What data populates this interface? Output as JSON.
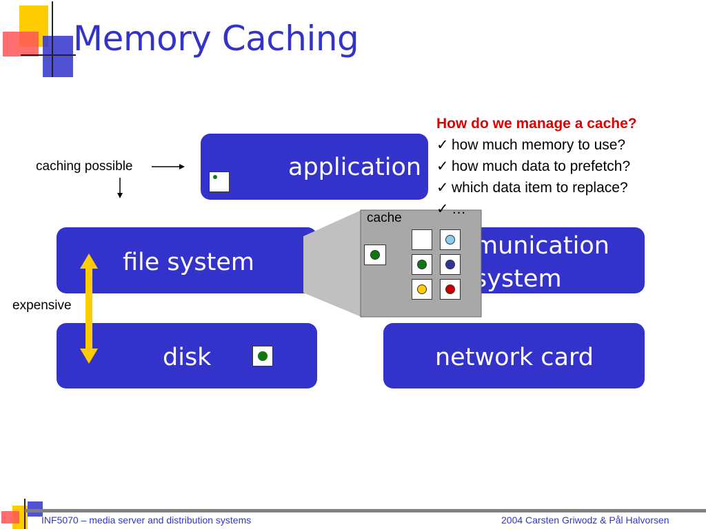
{
  "title": "Memory Caching",
  "boxes": {
    "application": "application",
    "file_system": "file system",
    "communication_line1": "munication",
    "communication_line2": "system",
    "disk": "disk",
    "network_card": "network card"
  },
  "labels": {
    "caching_possible": "caching possible",
    "expensive": "expensive",
    "cache": "cache"
  },
  "questions": {
    "heading": "How do we manage a cache?",
    "items": [
      "how much memory to use?",
      "how much data to prefetch?",
      "which data item to replace?",
      "…"
    ],
    "check_glyph": "✓"
  },
  "cache_slots": [
    {
      "color": "#ffffff",
      "empty": true
    },
    {
      "color": "#88ccee",
      "empty": false
    },
    {
      "color": "#117711",
      "empty": false
    },
    {
      "color": "#333399",
      "empty": false
    },
    {
      "color": "#ffcc00",
      "empty": false
    },
    {
      "color": "#cc0000",
      "empty": false
    }
  ],
  "colors": {
    "box_blue": "#3333cc",
    "question_red": "#e00000",
    "arrow_yellow": "#ffcc00",
    "cache_gray": "#a8a8a8",
    "data_green": "#117711"
  },
  "footer": {
    "left": "INF5070 – media server and distribution systems",
    "right": "2004  Carsten Griwodz & Pål Halvorsen"
  }
}
